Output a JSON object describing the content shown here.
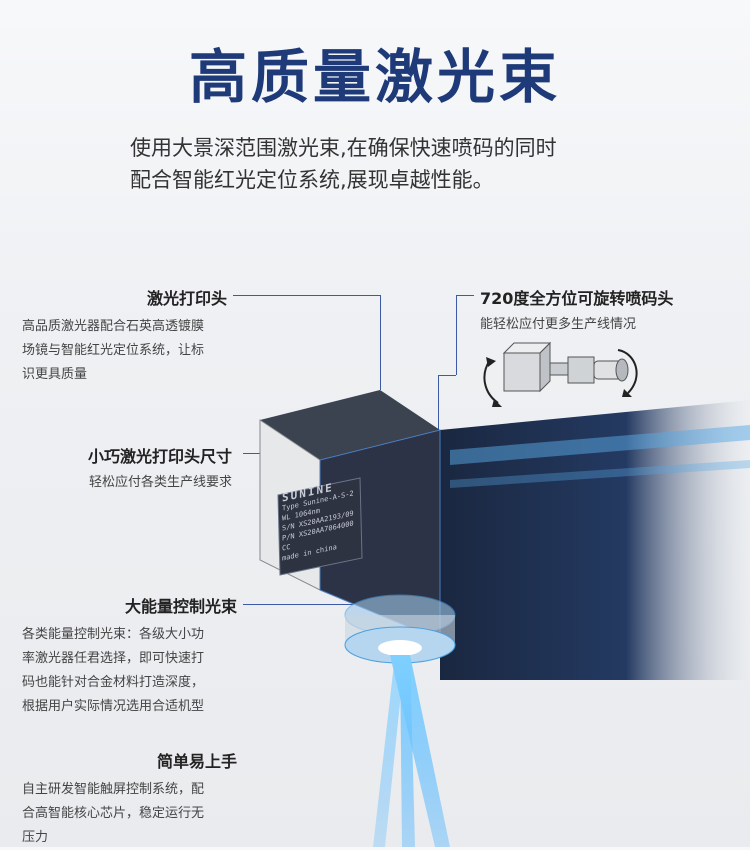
{
  "page": {
    "title": "高质量激光束",
    "subtitle_line1": "使用大景深范围激光束,在确保快速喷码的同时",
    "subtitle_line2": "配合智能红光定位系统,展现卓越性能。"
  },
  "features": {
    "laser_head": {
      "title": "激光打印头",
      "desc_line1": "高品质激光器配合石英高透镀膜",
      "desc_line2": "场镜与智能红光定位系统，让标",
      "desc_line3": "识更具质量"
    },
    "rotation": {
      "title": "720度全方位可旋转喷码头",
      "desc": "能轻松应付更多生产线情况"
    },
    "compact": {
      "title": "小巧激光打印头尺寸",
      "desc": "轻松应付各类生产线要求"
    },
    "beam_control": {
      "title": "大能量控制光束",
      "desc_line1": "各类能量控制光束：各级大小功",
      "desc_line2": "率激光器任君选择，即可快速打",
      "desc_line3": "码也能针对合金材料打造深度，",
      "desc_line4": "根据用户实际情况选用合适机型"
    },
    "easy": {
      "title": "简单易上手",
      "desc_line1": "自主研发智能触屏控制系统，配",
      "desc_line2": "合高智能核心芯片，稳定运行无",
      "desc_line3": "压力"
    }
  },
  "device": {
    "brand": "SUNINE",
    "label_rows": [
      {
        "k": "Type",
        "v": "Sunine-A-S-2"
      },
      {
        "k": "WL",
        "v": "1064nm"
      },
      {
        "k": "S/N",
        "v": "XS20AA2193/09"
      },
      {
        "k": "P/N",
        "v": "XS20AA7064000"
      },
      {
        "k": "CC",
        "v": ""
      }
    ],
    "made_in": "made in china"
  },
  "colors": {
    "accent": "#1f3a78",
    "leader": "#3c5aa5",
    "beam": "#4fb3ff"
  }
}
